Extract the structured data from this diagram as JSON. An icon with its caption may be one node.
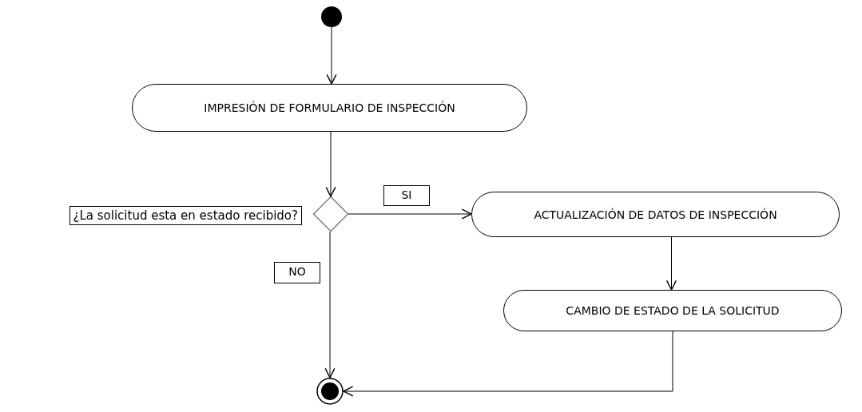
{
  "diagram": {
    "nodes": [
      {
        "text": [],
        "shape": "circle"
      },
      {
        "text": [
          "IMPRESIÓN DE FORMULARIO DE INSPECCIÓN"
        ]
      },
      {
        "text": [],
        "shape": "diamond"
      },
      {
        "text": [
          "ACTUALIZACIÓN DE DATOS DE INSPECCIÓN"
        ]
      },
      {
        "text": [
          "CAMBIO DE ESTADO DE LA SOLICITUD"
        ]
      },
      {
        "text": [],
        "shape": "circle"
      }
    ],
    "edges": [
      {
        "from": 0,
        "to": 1,
        "arrow": "to"
      },
      {
        "from": 1,
        "to": 2,
        "arrow": "to"
      },
      {
        "from": 2,
        "to": 3,
        "arrow": "to",
        "label": "SI"
      },
      {
        "from": 2,
        "to": 5,
        "arrow": "to",
        "label": "NO"
      },
      {
        "from": 3,
        "to": 4,
        "arrow": "to"
      },
      {
        "from": 4,
        "to": 5,
        "arrow": "to"
      }
    ],
    "labels": [
      "¿La solicitud esta en estado recibido?"
    ]
  }
}
